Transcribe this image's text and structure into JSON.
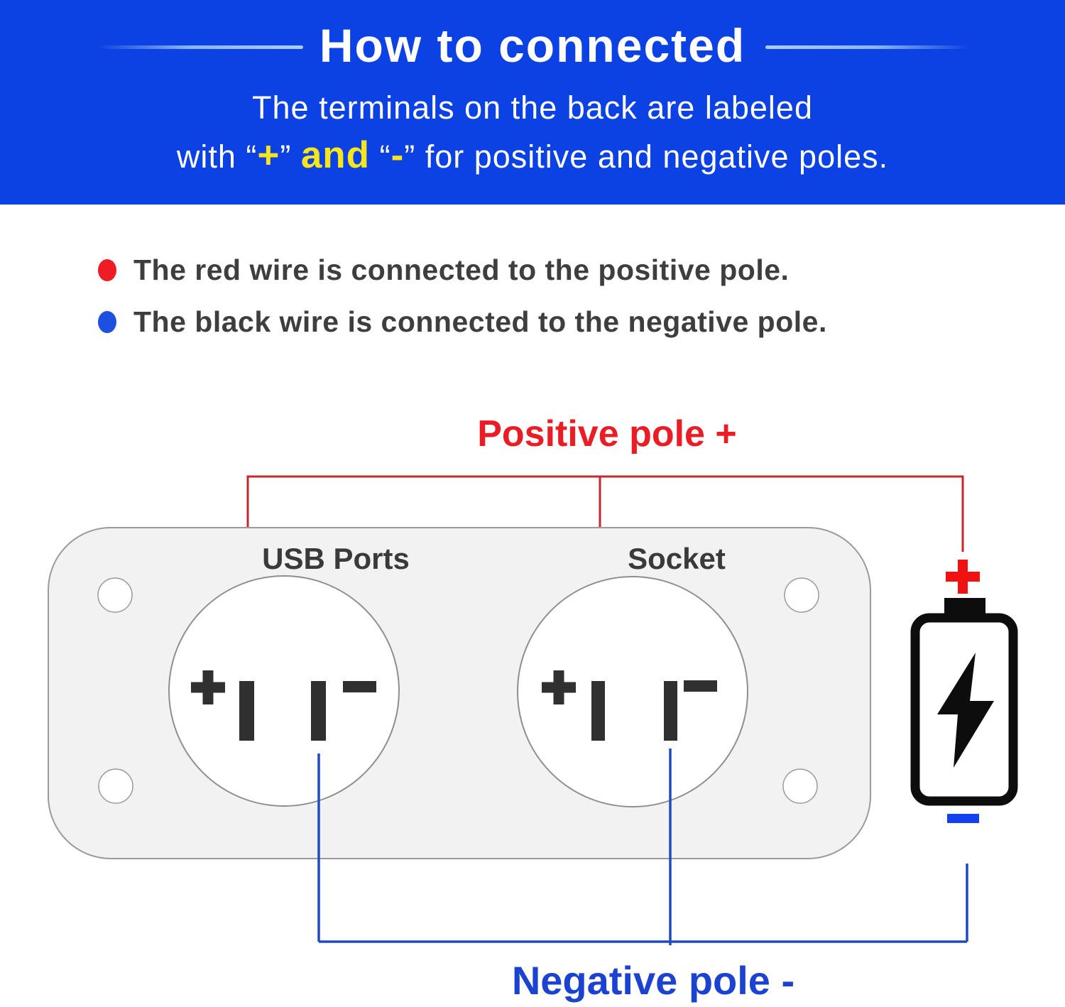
{
  "colors": {
    "header_bg": "#0c41e4",
    "header_line": "#8ab5ef",
    "title_text": "#ffffff",
    "highlight_yellow": "#f6e61b",
    "bullet_red": "#ee1c25",
    "bullet_blue": "#1d4fe0",
    "body_text": "#3e3e3e",
    "positive_red": "#ea1c24",
    "wire_red": "#c4272c",
    "negative_blue": "#1b43cf",
    "wire_blue": "#1e4cc0",
    "panel_fill": "#f2f2f2",
    "panel_stroke": "#9a9a9a",
    "label_text": "#3a3a3a",
    "terminal_dark": "#303030",
    "battery_black": "#0d0d0d",
    "battery_plus_red": "#f01112",
    "battery_minus_blue": "#1540f0"
  },
  "header": {
    "title": "How to connected",
    "subtitle_line1": "The terminals on the back are labeled",
    "subtitle_line2_segments": [
      {
        "t": "with “"
      },
      {
        "t": "+"
      },
      {
        "t": "” "
      },
      {
        "t": "and"
      },
      {
        "t": " “"
      },
      {
        "t": "-"
      },
      {
        "t": "”"
      },
      {
        "t": " for positive and negative poles."
      }
    ]
  },
  "bullets": [
    {
      "text": "The red wire is connected to the positive pole."
    },
    {
      "text": "The black wire is connected to the negative pole."
    }
  ],
  "diagram": {
    "positive_pole_label": "Positive pole +",
    "negative_pole_label": "Negative pole -",
    "usb_ports_label": "USB Ports",
    "socket_label": "Socket"
  }
}
